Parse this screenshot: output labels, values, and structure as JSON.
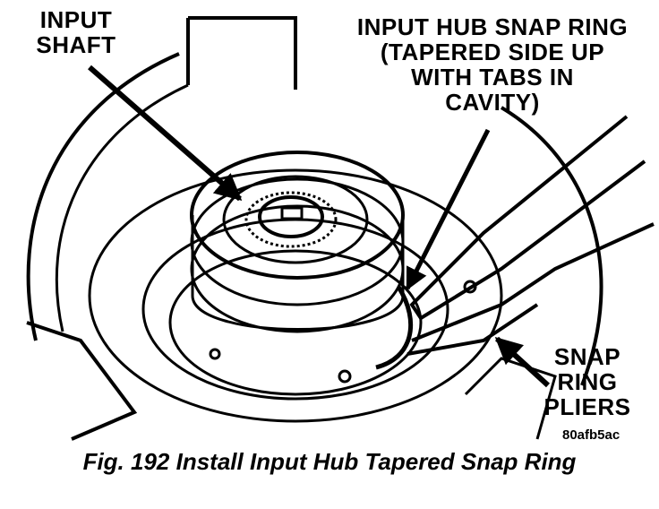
{
  "labels": {
    "input_shaft": [
      "INPUT",
      "SHAFT"
    ],
    "snap_ring": [
      "INPUT HUB SNAP RING",
      "(TAPERED SIDE UP",
      "WITH TABS IN",
      "CAVITY)"
    ],
    "pliers": [
      "SNAP",
      "RING",
      "PLIERS"
    ]
  },
  "figure_code": "80afb5ac",
  "caption": "Fig. 192 Install Input Hub Tapered Snap Ring",
  "colors": {
    "ink": "#000000",
    "paper": "#ffffff"
  }
}
